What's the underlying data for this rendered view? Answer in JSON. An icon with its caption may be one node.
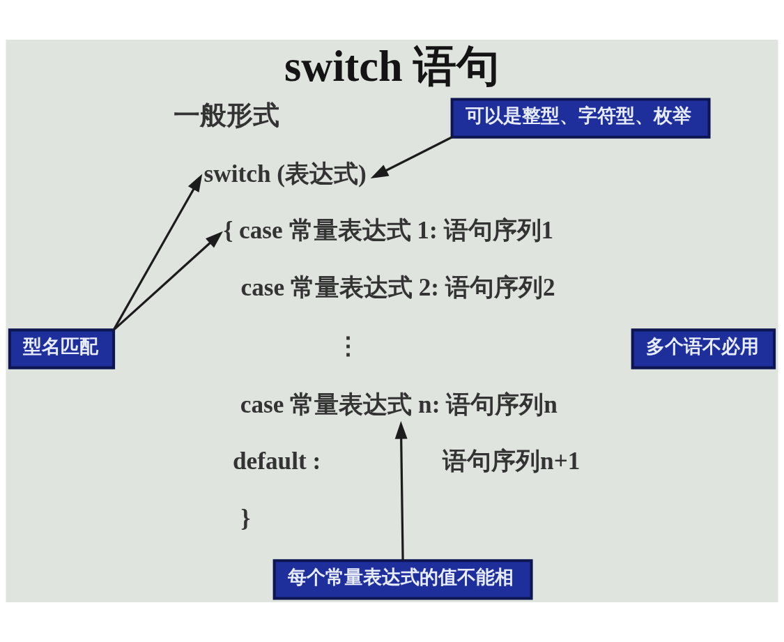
{
  "diagram": {
    "title": "switch 语句",
    "nodes": [
      {
        "text": [
          "switch (表达式)"
        ]
      },
      {
        "text": [
          "可以是整型、字符型、枚举"
        ]
      },
      {
        "text": [
          "{ case 常量表达式 1: 语句序列1"
        ]
      },
      {
        "text": [
          "型名匹配"
        ]
      },
      {
        "text": [
          "多个语不必用"
        ]
      },
      {
        "text": [
          "case 常量表达式 n: 语句序列n"
        ]
      },
      {
        "text": [
          "每个常量表达式的值不能相"
        ]
      }
    ],
    "edges": [
      {
        "from": 1,
        "to": 0,
        "arrow": "to"
      },
      {
        "from": 3,
        "to": 0,
        "arrow": "to"
      },
      {
        "from": 3,
        "to": 2,
        "arrow": "to"
      },
      {
        "from": 6,
        "to": 5,
        "arrow": "to"
      }
    ],
    "labels": [
      "一般形式",
      "case 常量表达式 2: 语句序列2",
      "⋮",
      "default :",
      "语句序列n+1",
      "}"
    ]
  }
}
